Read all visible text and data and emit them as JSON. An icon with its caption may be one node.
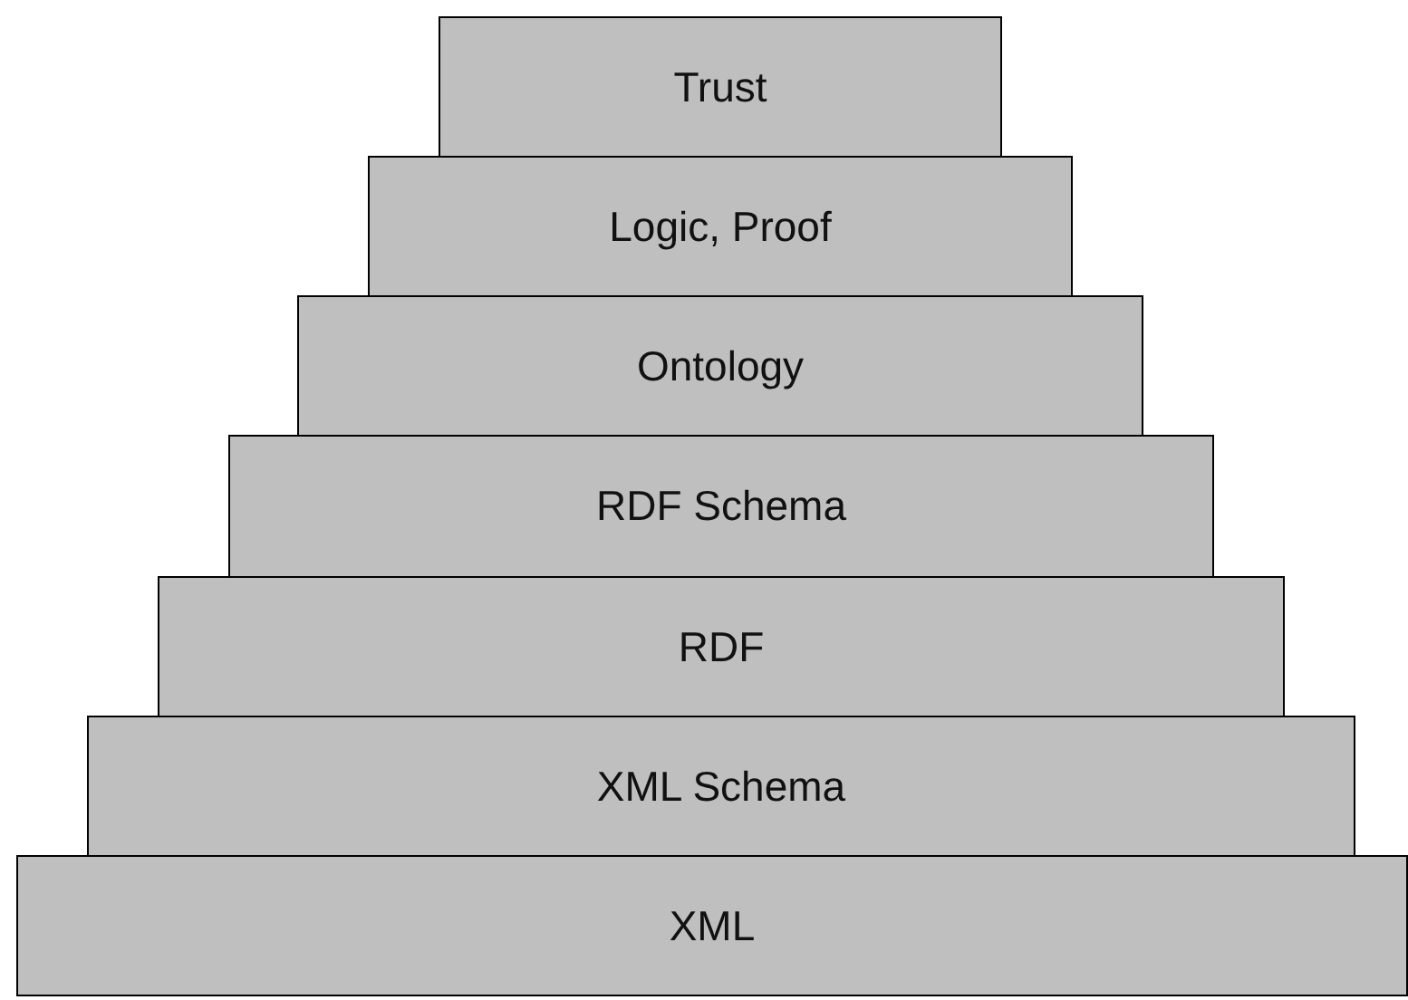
{
  "diagram": {
    "nodes": [
      {
        "text": [
          "Trust"
        ]
      },
      {
        "text": [
          "Logic, Proof"
        ]
      },
      {
        "text": [
          "Ontology"
        ]
      },
      {
        "text": [
          "RDF Schema"
        ]
      },
      {
        "text": [
          "RDF"
        ]
      },
      {
        "text": [
          "XML Schema"
        ]
      },
      {
        "text": [
          "XML"
        ]
      }
    ]
  }
}
